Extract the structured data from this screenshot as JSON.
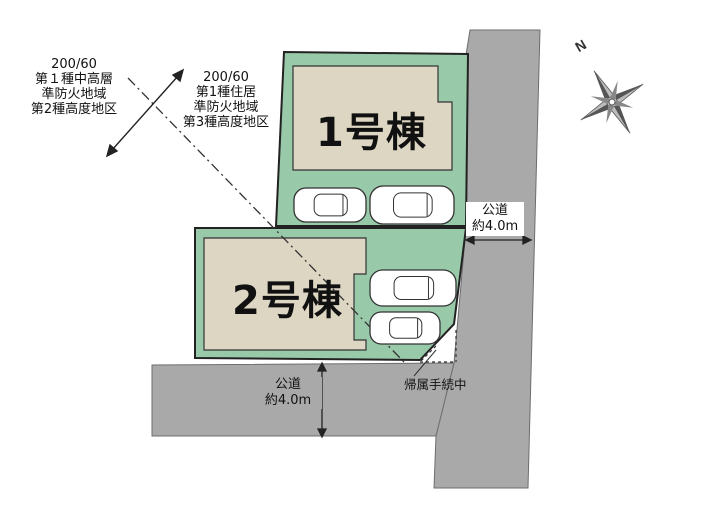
{
  "zone_left": {
    "ratio": "200/60",
    "use_zone": "第１種中高層",
    "fire_zone": "準防火地域",
    "height_zone": "第2種高度地区"
  },
  "zone_right": {
    "ratio": "200/60",
    "use_zone": "第1種住居",
    "fire_zone": "準防火地域",
    "height_zone": "第3種高度地区"
  },
  "building1": {
    "label": "1号棟"
  },
  "building2": {
    "label": "2号棟"
  },
  "road_east": {
    "line1": "公道",
    "line2": "約4.0m"
  },
  "road_south": {
    "line1": "公道",
    "line2": "約4.0m"
  },
  "note": "帰属手続中",
  "compass": {
    "north_label": "N"
  },
  "colors": {
    "lot": "#98c9a8",
    "building": "#ddd6c3",
    "road": "#a9a9a9",
    "outline": "#222222"
  },
  "icons": [
    "compass-rose-icon",
    "car-icon"
  ]
}
